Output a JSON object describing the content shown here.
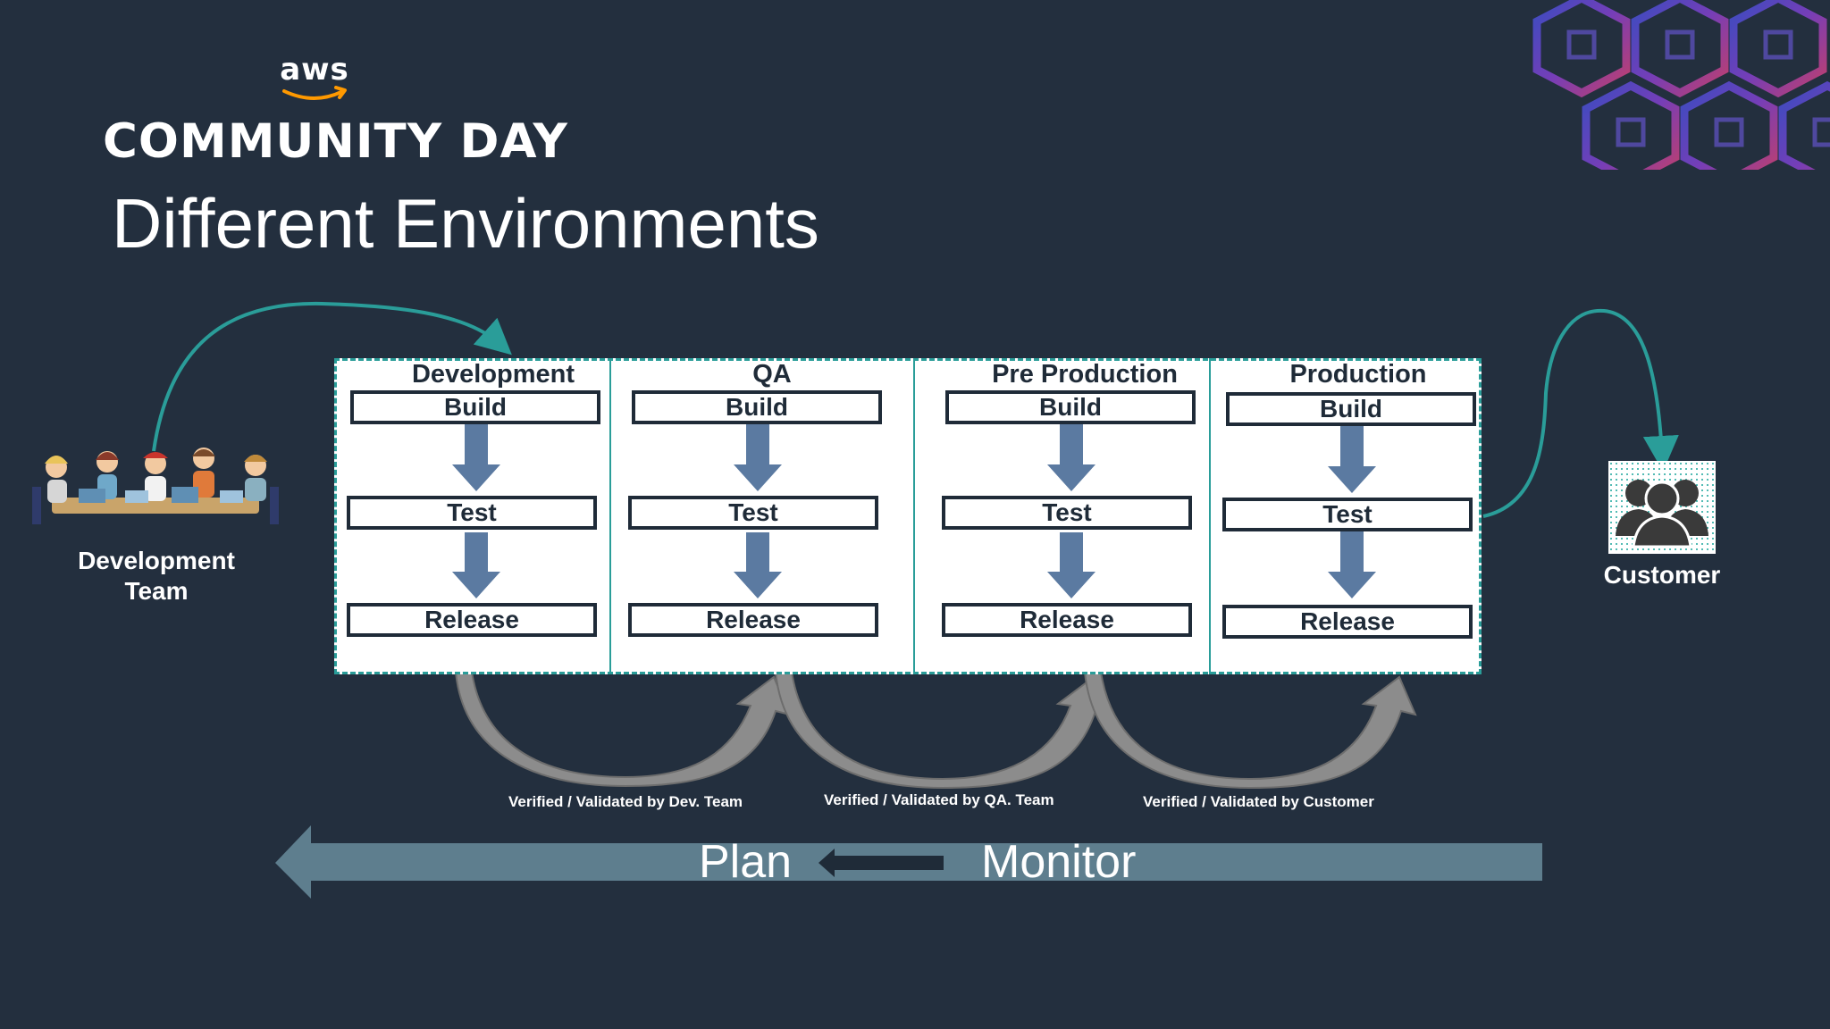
{
  "brand": {
    "logo_text": "aws",
    "event": "COMMUNITY DAY"
  },
  "slide": {
    "title": "Different Environments"
  },
  "actors": {
    "development_team": [
      "Development",
      "Team"
    ],
    "customer": "Customer"
  },
  "environments": [
    {
      "name": "Development",
      "stages": [
        "Build",
        "Test",
        "Release"
      ]
    },
    {
      "name": "QA",
      "stages": [
        "Build",
        "Test",
        "Release"
      ]
    },
    {
      "name": "Pre Production",
      "stages": [
        "Build",
        "Test",
        "Release"
      ]
    },
    {
      "name": "Production",
      "stages": [
        "Build",
        "Test",
        "Release"
      ]
    }
  ],
  "validations": [
    "Verified / Validated by Dev. Team",
    "Verified / Validated by QA. Team",
    "Verified / Validated by Customer"
  ],
  "lifecycle_band": {
    "left_label": "Plan",
    "right_label": "Monitor"
  },
  "colors": {
    "background": "#232f3e",
    "accent_teal": "#2a9d99",
    "stage_arrow": "#5b7aa1",
    "band": "#5e7e8e",
    "curve_gray": "#8c8c8c"
  }
}
